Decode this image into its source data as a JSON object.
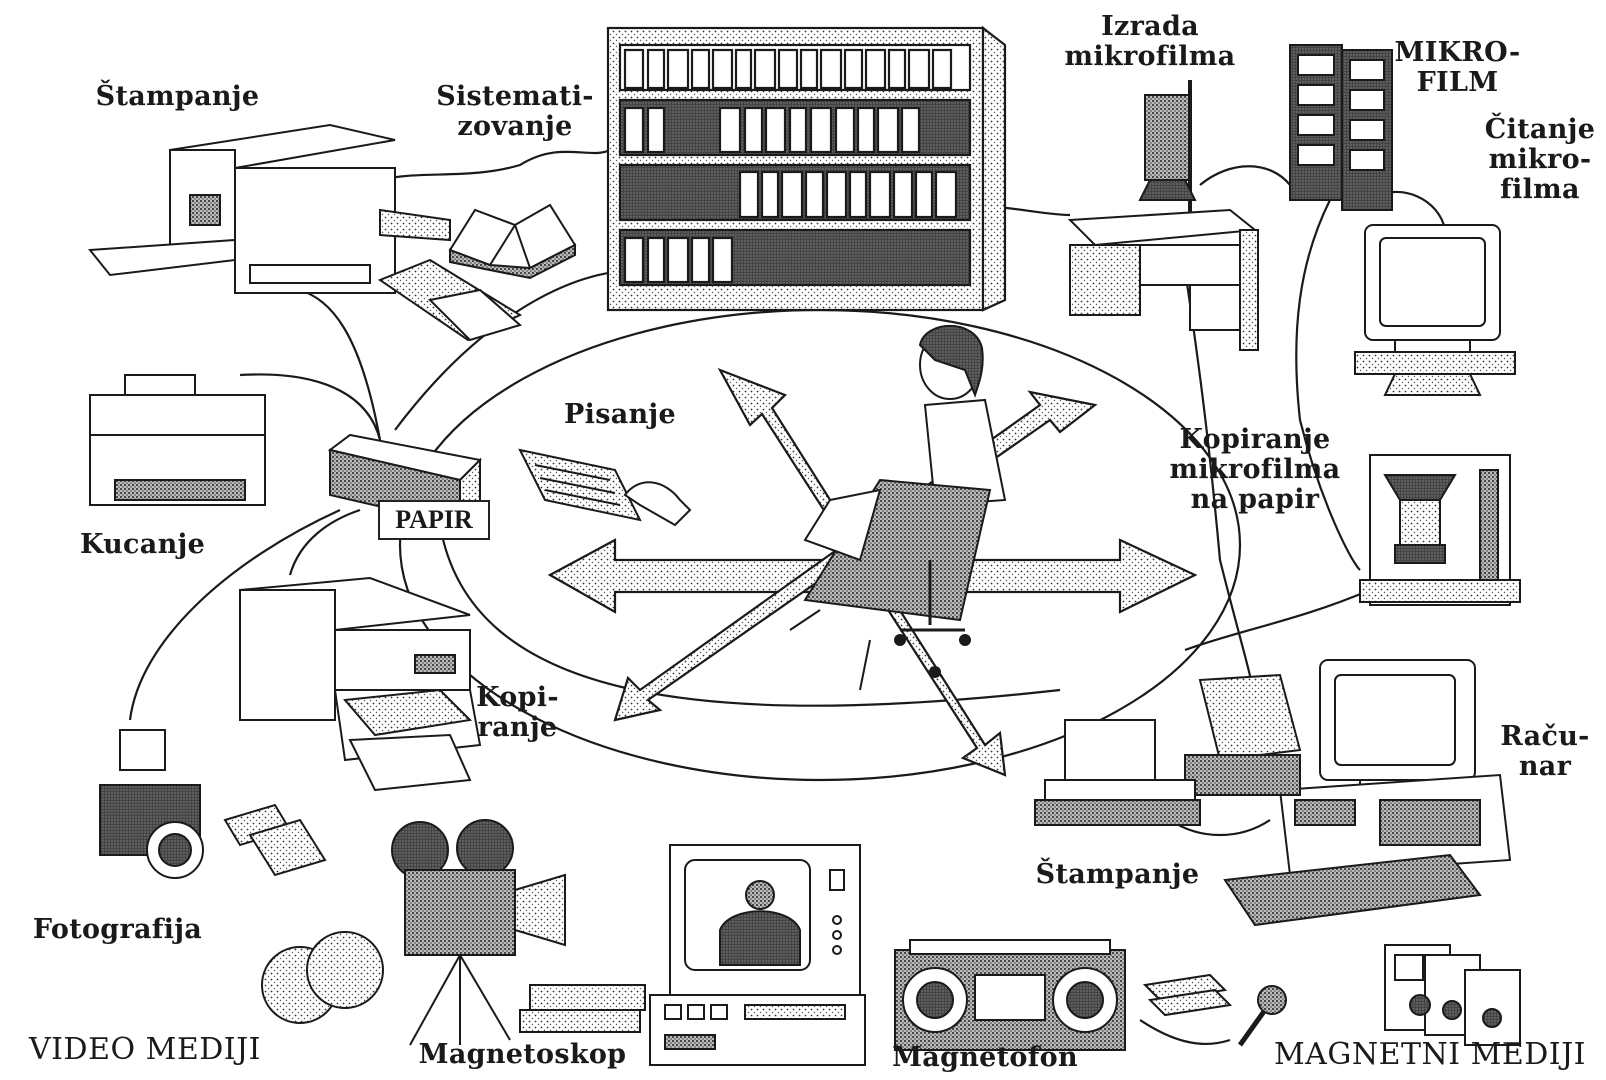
{
  "labels": {
    "stampanje_top": "Štampanje",
    "sistematizovanje": "Sistemati-\nzovanje",
    "izrada_mikrofilma": "Izrada\nmikrofilma",
    "mikrofilm": "MIKRO-\nFILM",
    "citanje_mikrofilma": "Čitanje\nmikro-\nfilma",
    "pisanje": "Pisanje",
    "kopiranje_mikrofilma": "Kopiranje\nmikrofilma\nna papir",
    "kucanje": "Kucanje",
    "papir": "PAPIR",
    "kopiranje": "Kopi-\nranje",
    "racunar": "Raču-\nnar",
    "fotografija": "Fotografija",
    "stampanje_bottom": "Štampanje",
    "video_mediji": "VIDEO MEDIJI",
    "magnetoskop": "Magnetoskop",
    "magnetofon": "Magnetofon",
    "magnetni_mediji": "MAGNETNI MEDIJI"
  },
  "colors": {
    "ink": "#1a1a1a",
    "paper": "#ffffff",
    "stipple": "#555555"
  },
  "icons": {
    "center": "woman-seated-icon",
    "arrows": "double-arrow-icon"
  }
}
